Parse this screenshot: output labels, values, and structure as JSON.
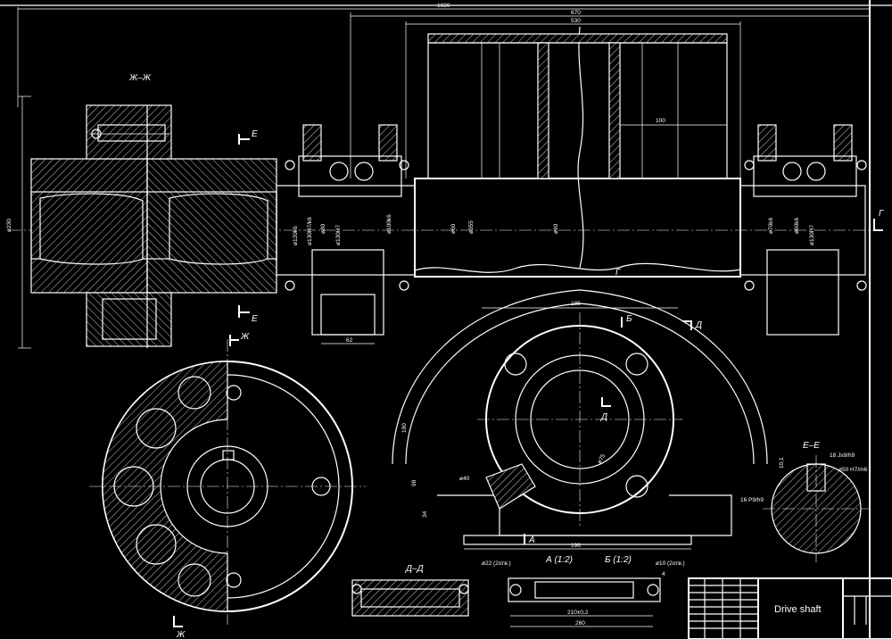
{
  "title_block": {
    "name": "Drive shaft"
  },
  "section_labels": {
    "zh_zh": "Ж–Ж",
    "e_e": "Е–Е",
    "d_d": "Д–Д",
    "e_mark": "Е",
    "g_mark": "Г",
    "d_mark": "Д",
    "b_mark": "Б",
    "a_mark": "А",
    "zh_mark": "Ж",
    "view_a": "А (1:2)",
    "view_b": "Б (1:2)"
  },
  "dimensions": {
    "d1020": "1020",
    "d670": "670",
    "d530": "530",
    "d100": "100",
    "d230": "ø230",
    "d62": "62",
    "d185": "185",
    "d190": "190",
    "d98": "98",
    "d40": "ø40",
    "d34": "34",
    "d196": "196",
    "d260": "260",
    "d210": "210±0,2",
    "d22": "ø22 (2отв.)",
    "d10": "ø10 (2отв.)",
    "d18": "18 Js9/h9",
    "d50": "ø50 H7/m6",
    "d16": "16 P9/h9",
    "d101": "10,1",
    "d4": "4",
    "d75": "ø75",
    "d60": "ø60",
    "d90": "ø90",
    "d355": "ø355",
    "d120": "ø120k6",
    "d130": "ø130H7/k6",
    "d80": "ø80",
    "d130b": "ø130H7",
    "d100b": "ø100k6",
    "d130c": "ø130H7",
    "d60b": "ø60k6",
    "d70": "ø70k6"
  }
}
